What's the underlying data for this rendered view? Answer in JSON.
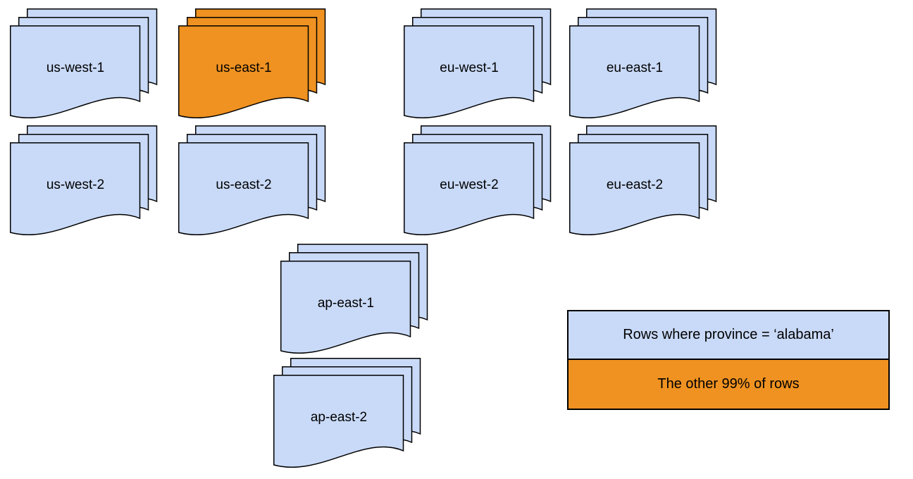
{
  "diagram": {
    "regions": [
      {
        "label": "us-west-1",
        "variant": "default"
      },
      {
        "label": "us-east-1",
        "variant": "highlight"
      },
      {
        "label": "eu-west-1",
        "variant": "default"
      },
      {
        "label": "eu-east-1",
        "variant": "default"
      },
      {
        "label": "us-west-2",
        "variant": "default"
      },
      {
        "label": "us-east-2",
        "variant": "default"
      },
      {
        "label": "eu-west-2",
        "variant": "default"
      },
      {
        "label": "eu-east-2",
        "variant": "default"
      },
      {
        "label": "ap-east-1",
        "variant": "default"
      },
      {
        "label": "ap-east-2",
        "variant": "default"
      }
    ],
    "legend": {
      "items": [
        {
          "label": "Rows where province = ‘alabama’",
          "color": "#c9daf8"
        },
        {
          "label": "The other 99% of rows",
          "color": "#ef9221"
        }
      ]
    },
    "colors": {
      "default_fill": "#c9daf8",
      "highlight_fill": "#ef9221",
      "outline": "#000000"
    }
  }
}
